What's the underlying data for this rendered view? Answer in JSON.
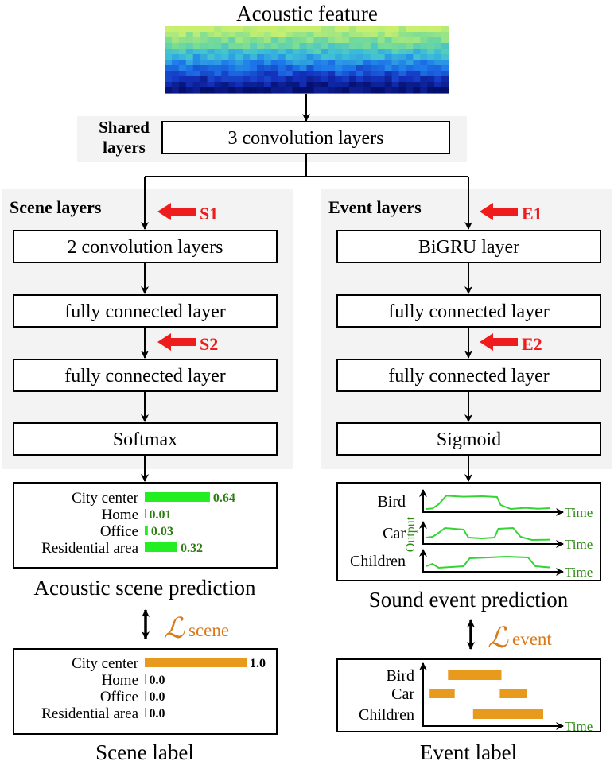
{
  "title": "Acoustic feature",
  "shared": {
    "label": "Shared layers",
    "label_line1": "Shared",
    "label_line2": "layers",
    "box": "3 convolution layers"
  },
  "scene": {
    "section_label": "Scene layers",
    "marker1": "S1",
    "marker2": "S2",
    "boxes": [
      "2 convolution layers",
      "fully connected layer",
      "fully connected layer",
      "Softmax"
    ],
    "prediction": {
      "caption": "Acoustic scene prediction",
      "items": [
        {
          "label": "City center",
          "value": 0.64,
          "value_text": "0.64"
        },
        {
          "label": "Home",
          "value": 0.01,
          "value_text": "0.01"
        },
        {
          "label": "Office",
          "value": 0.03,
          "value_text": "0.03"
        },
        {
          "label": "Residential area",
          "value": 0.32,
          "value_text": "0.32"
        }
      ]
    },
    "loss_symbol": "ℒ",
    "loss_subscript": "scene",
    "label_panel": {
      "caption": "Scene label",
      "items": [
        {
          "label": "City center",
          "value": 1.0,
          "value_text": "1.0"
        },
        {
          "label": "Home",
          "value": 0.0,
          "value_text": "0.0"
        },
        {
          "label": "Office",
          "value": 0.0,
          "value_text": "0.0"
        },
        {
          "label": "Residential area",
          "value": 0.0,
          "value_text": "0.0"
        }
      ]
    }
  },
  "event": {
    "section_label": "Event layers",
    "marker1": "E1",
    "marker2": "E2",
    "boxes": [
      "BiGRU layer",
      "fully connected layer",
      "fully connected layer",
      "Sigmoid"
    ],
    "prediction": {
      "caption": "Sound event prediction",
      "rows": [
        "Bird",
        "Car",
        "Children"
      ],
      "time_label": "Time",
      "y_label": "Output"
    },
    "loss_symbol": "ℒ",
    "loss_subscript": "event",
    "label_panel": {
      "caption": "Event label",
      "rows": [
        "Bird",
        "Car",
        "Children"
      ],
      "time_label": "Time",
      "segments": [
        {
          "event": "Bird",
          "start": 0.13,
          "end": 0.45
        },
        {
          "event": "Car",
          "start": 0.02,
          "end": 0.17
        },
        {
          "event": "Car",
          "start": 0.44,
          "end": 0.6
        },
        {
          "event": "Children",
          "start": 0.28,
          "end": 0.7
        }
      ]
    }
  },
  "colors": {
    "marker": "#ee1c1c",
    "pred_bar": "#22ee22",
    "pred_value": "#2e7d14",
    "label_bar": "#e89a1c",
    "loss": "#d97a1a",
    "curve": "#35d435",
    "time": "#2e8b14",
    "panel_bg": "#f3f3f3"
  }
}
